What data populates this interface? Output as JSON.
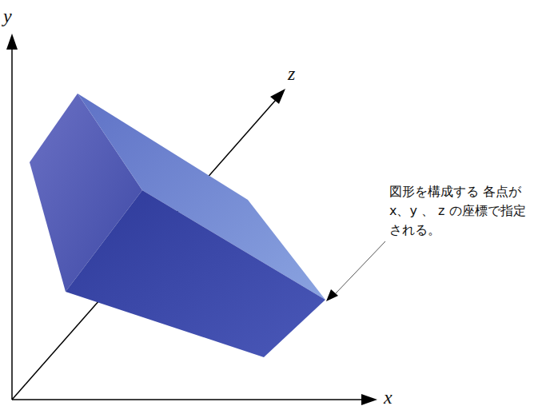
{
  "diagram": {
    "labels": [
      "y",
      "z",
      "x",
      "図形を構成する 各点が x、y 、 z の座標で指定 される。"
    ]
  }
}
